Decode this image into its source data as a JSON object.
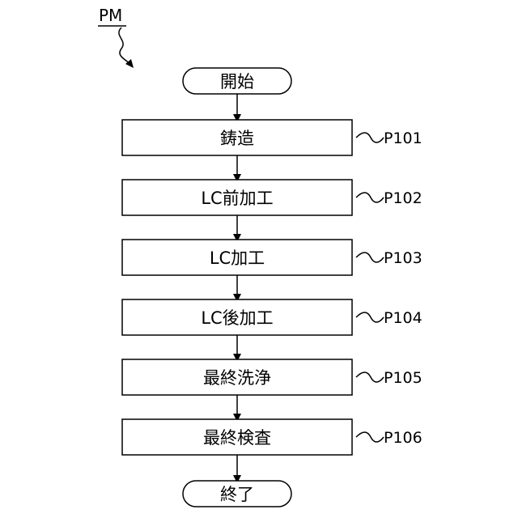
{
  "figure_label": "PM",
  "start": {
    "label": "開始"
  },
  "end": {
    "label": "終了"
  },
  "steps": [
    {
      "label": "鋳造",
      "ref": "P101"
    },
    {
      "label": "LC前加工",
      "ref": "P102"
    },
    {
      "label": "LC加工",
      "ref": "P103"
    },
    {
      "label": "LC後加工",
      "ref": "P104"
    },
    {
      "label": "最終洗浄",
      "ref": "P105"
    },
    {
      "label": "最終検査",
      "ref": "P106"
    }
  ]
}
